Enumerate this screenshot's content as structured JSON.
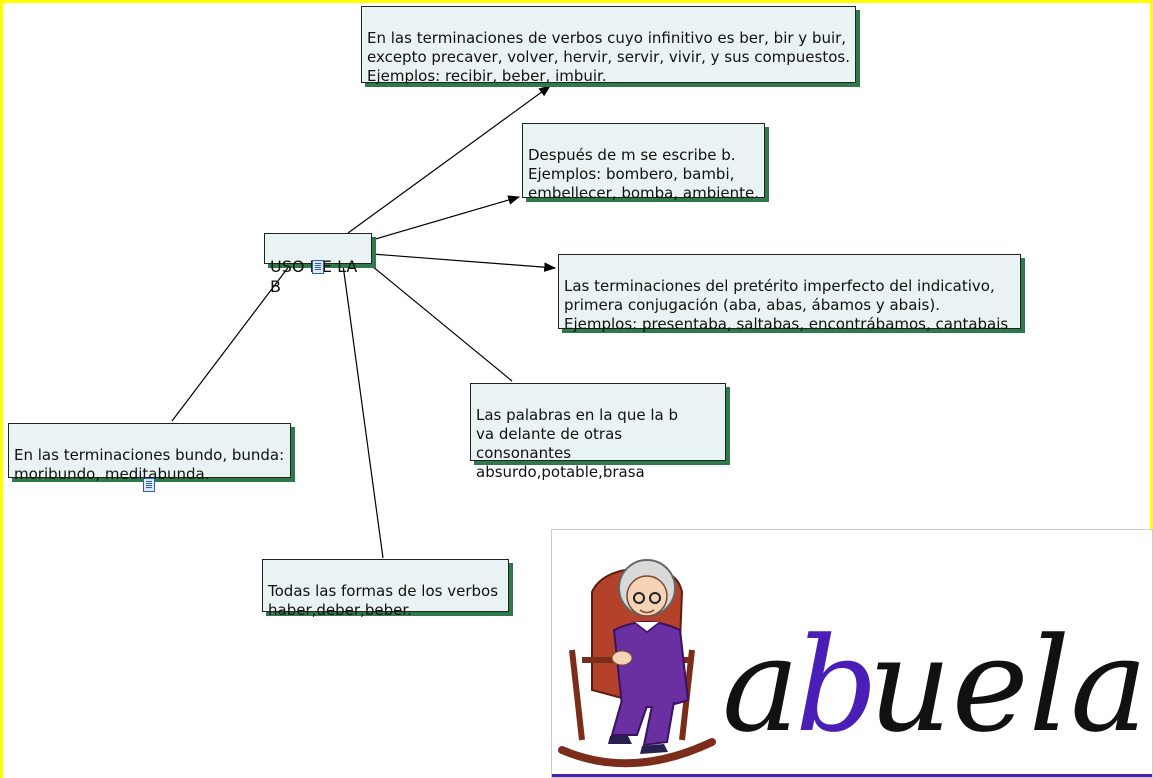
{
  "root": {
    "label": "USO DE LA B"
  },
  "nodes": {
    "verbs_ber": "En las terminaciones de verbos cuyo infinitivo es ber, bir y buir,\nexcepto precaver, volver, hervir, servir, vivir, y sus compuestos.\n Ejemplos: recibir, beber, imbuir.",
    "after_m": "Después de m se escribe b.\nEjemplos: bombero, bambi,\nembellecer, bomba, ambiente.",
    "preterite": "Las terminaciones del pretérito imperfecto del indicativo,\nprimera conjugación (aba, abas, ábamos y abais).\n Ejemplos: presentaba, saltabas, encontrábamos, cantabais",
    "consonants": "Las palabras en la que la b\nva delante de otras consonantes\nabsurdo,potable,brasa",
    "bundo": "En las terminaciones bundo, bunda:\nmoribundo, meditabunda.",
    "haber": "Todas las formas de los verbos\nhaber,deber,beber."
  },
  "illustration": {
    "word_parts": [
      "a",
      "b",
      "uela"
    ],
    "letter_color": "#111111",
    "highlight_color": "#4a1fb8"
  },
  "colors": {
    "frame": "#ffff00",
    "node_fill": "#eaf3f3",
    "node_shadow": "#2f7a4a"
  }
}
